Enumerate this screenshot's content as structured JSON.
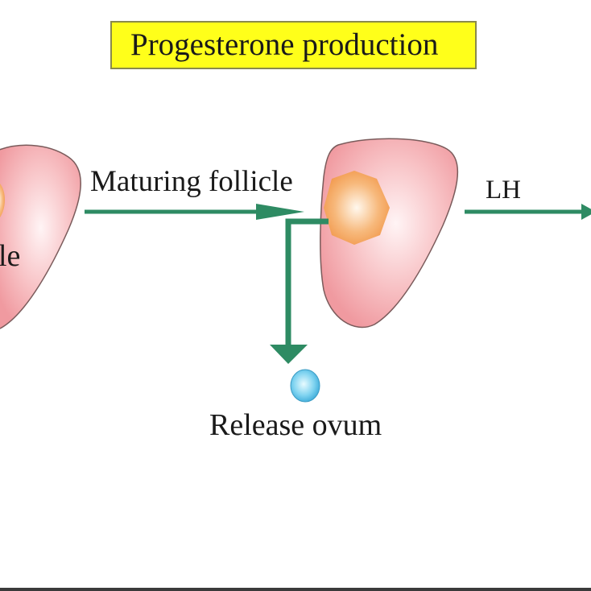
{
  "title": "Progesterone production",
  "labels": {
    "left_partial": "le",
    "maturing_follicle": "Maturing follicle",
    "lh": "LH",
    "release_ovum": "Release ovum"
  },
  "colors": {
    "arrow": "#2e8b63",
    "title_bg": "#ffff1a",
    "follicle_fill": "#f4a3a8",
    "oocyte": "#f5a055",
    "ovum": "#5cc8ec"
  }
}
